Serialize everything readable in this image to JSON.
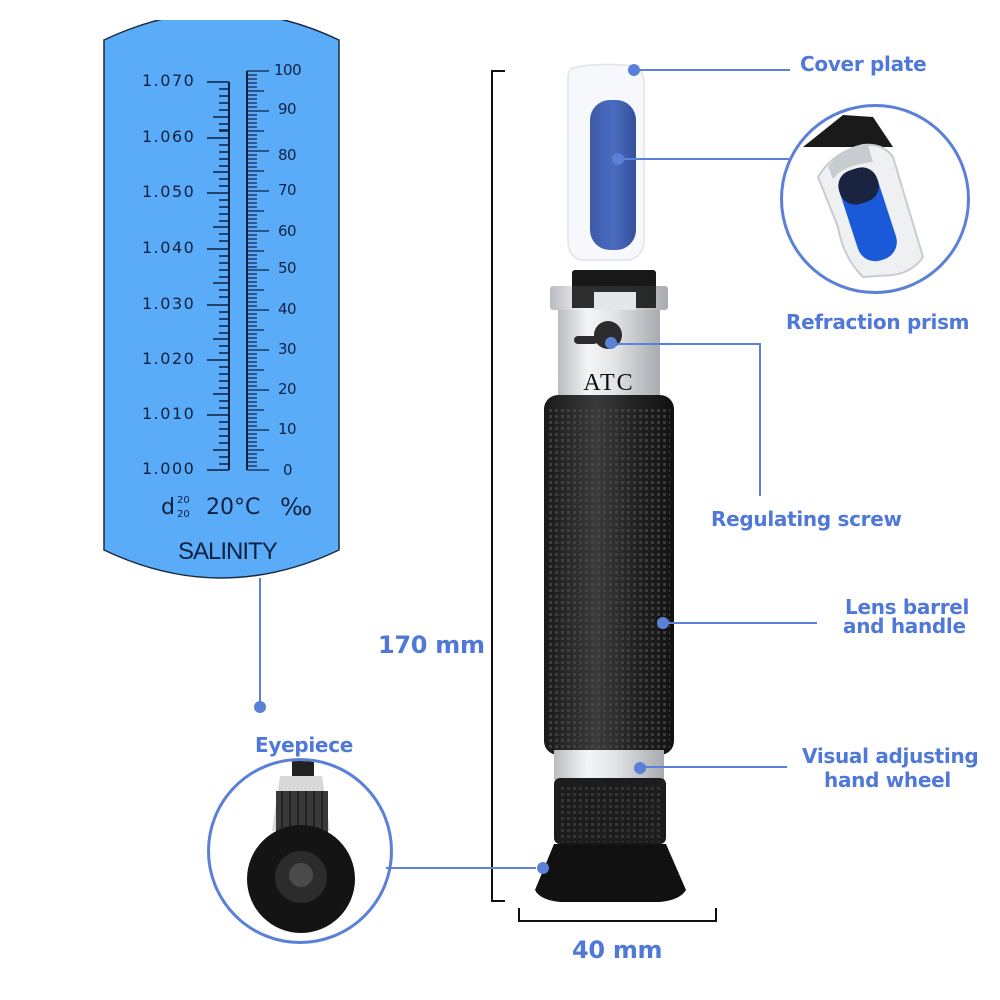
{
  "colors": {
    "accent": "#5a80d8",
    "label_text": "#4f78d8",
    "scale_bg": "#5aacf8",
    "scale_ink": "#102040",
    "dimension_line": "#111111"
  },
  "scale_panel": {
    "left_ticks": [
      "1.070",
      "1.060",
      "1.050",
      "1.040",
      "1.030",
      "1.020",
      "1.010",
      "1.000"
    ],
    "right_ticks": [
      "100",
      "90",
      "80",
      "70",
      "60",
      "50",
      "40",
      "30",
      "20",
      "10",
      "0"
    ],
    "density_symbol": "d",
    "density_sup": "20",
    "density_sub": "20",
    "temperature": "20°C",
    "unit": "‰",
    "title": "SALINITY"
  },
  "device": {
    "badge": "ATC"
  },
  "dimensions": {
    "height": "170 mm",
    "width": "40 mm"
  },
  "callouts": {
    "cover_plate": "Cover plate",
    "refraction_prism": "Refraction prism",
    "regulating_screw": "Regulating screw",
    "lens_barrel_line1": "Lens barrel",
    "lens_barrel_line2": "and handle",
    "visual_adjusting_line1": "Visual adjusting",
    "visual_adjusting_line2": "hand wheel",
    "eyepiece": "Eyepiece"
  }
}
